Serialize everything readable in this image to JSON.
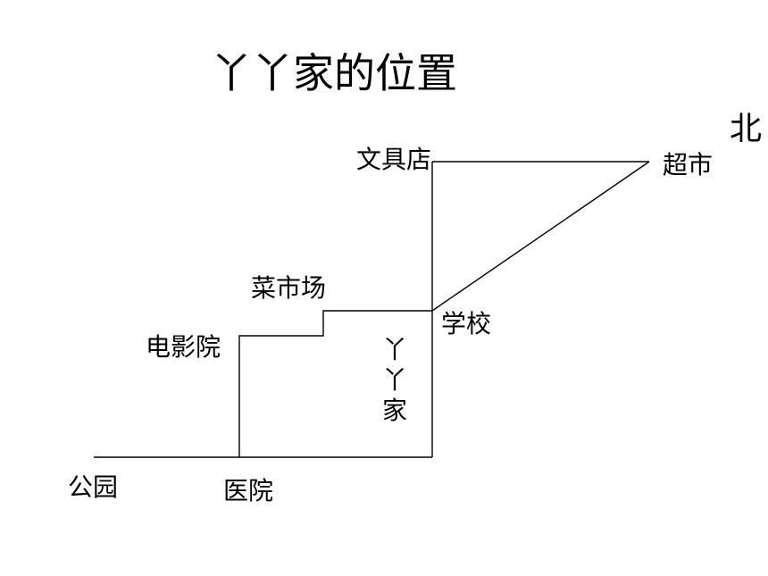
{
  "title": "丫丫家的位置",
  "compass": {
    "north": "北"
  },
  "places": {
    "stationery_store": "文具店",
    "supermarket": "超市",
    "vegetable_market": "菜市场",
    "school": "学校",
    "cinema": "电影院",
    "yaya_home": "丫丫家",
    "park": "公园",
    "hospital": "医院"
  },
  "colors": {
    "line": "#000000",
    "background": "#ffffff",
    "text": "#000000"
  }
}
